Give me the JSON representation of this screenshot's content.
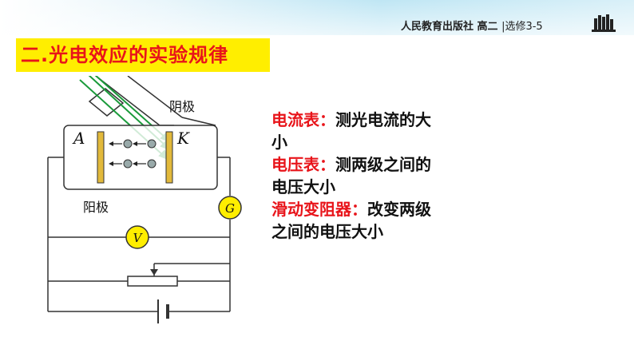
{
  "header": {
    "publisher": "人民教育出版社",
    "grade": "高二",
    "course": "|选修3-5",
    "logo_icon": "books-icon"
  },
  "title": "二.光电效应的实验规律",
  "circuit": {
    "cathode_letter": "K",
    "anode_letter": "A",
    "cathode_label": "阴极",
    "anode_label": "阳极",
    "galvanometer": "G",
    "voltmeter": "V"
  },
  "notes": [
    {
      "term": "电流表：",
      "text": "测光电流的大小"
    },
    {
      "term": "电压表：",
      "text": "测两级之间的电压大小"
    },
    {
      "term": "滑动变阻器：",
      "text": "改变两级之间的电压大小"
    }
  ],
  "colors": {
    "title_bg": "#ffee00",
    "title_text": "#e8141a",
    "term_text": "#e8141a",
    "light_rays": "#1a9a3a",
    "electrode": "#e2b93b"
  }
}
